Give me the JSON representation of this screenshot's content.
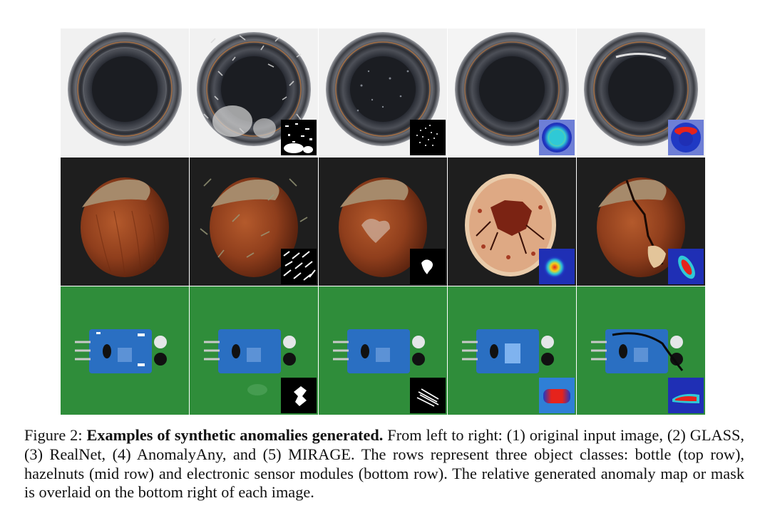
{
  "figure": {
    "columns": [
      "original input image",
      "GLASS",
      "RealNet",
      "AnomalyAny",
      "MIRAGE"
    ],
    "rows": [
      "bottle",
      "hazelnuts",
      "electronic sensor modules"
    ],
    "colors": {
      "bottle_bg": "#ececec",
      "hazelnut_bg": "#1e1e1e",
      "sensor_bg": "#2f8d3a",
      "pcb_blue": "#2a6fc2",
      "heat_low": "#1f2fb5",
      "heat_high": "#e6231c"
    }
  },
  "caption": {
    "label": "Figure 2:",
    "bold": "Examples of synthetic anomalies generated.",
    "body": "From left to right: (1) original input image, (2) GLASS, (3) RealNet, (4) AnomalyAny, and (5) MIRAGE. The rows represent three object classes: bottle (top row), hazelnuts (mid row) and electronic sensor modules (bottom row). The relative generated anomaly map or mask is overlaid on the bottom right of each image."
  }
}
